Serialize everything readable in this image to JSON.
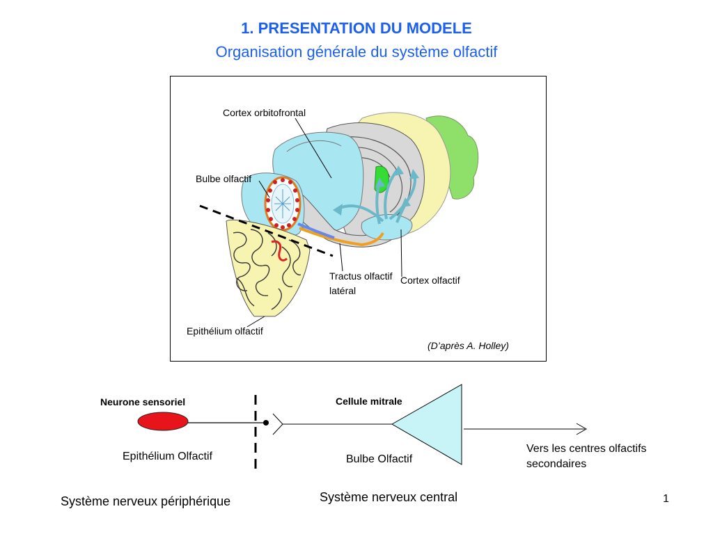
{
  "header": {
    "title": "1. PRESENTATION DU MODELE",
    "subtitle": "Organisation générale du système olfactif"
  },
  "figure": {
    "labels": {
      "cortex_orbitofrontal": "Cortex orbitofrontal",
      "bulbe_olfactif": "Bulbe olfactif",
      "tractus_line1": "Tractus olfactif",
      "tractus_line2": "latéral",
      "cortex_olfactif": "Cortex olfactif",
      "epithelium_olfactif": "Epithélium olfactif"
    },
    "credit": "(D’après A. Holley)"
  },
  "schema": {
    "neurone_sensoriel": "Neurone sensoriel",
    "cellule_mitrale": "Cellule mitrale",
    "epithelium": "Epithélium Olfactif",
    "bulbe": "Bulbe Olfactif",
    "vers_line1": "Vers les centres olfactifs",
    "vers_line2": "secondaires",
    "snp": "Système nerveux périphérique",
    "snc": "Système nerveux central"
  },
  "page_number": "1",
  "colors": {
    "title": "#1a5ff0",
    "cyan": "#a8e6f2",
    "mitral_fill": "#c8f4f8",
    "sensory_neuron": "#e8141c",
    "yellow": "#f7f3b0",
    "green": "#8ee06a",
    "gray": "#d8d8d8"
  }
}
